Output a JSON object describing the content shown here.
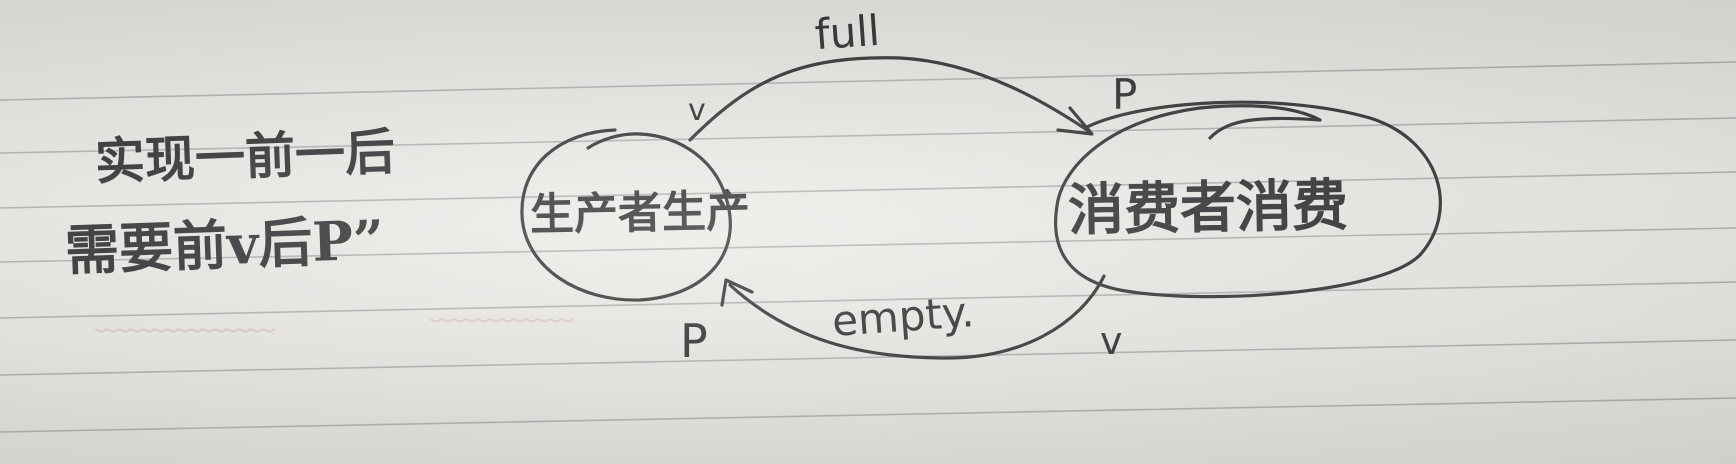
{
  "note": {
    "line1": "实现一前一后",
    "line2": "需要前v后P”"
  },
  "diagram": {
    "producer": {
      "label": "生产者生产"
    },
    "consumer": {
      "label": "消费者消费"
    },
    "edges": {
      "top": {
        "label": "full",
        "start_mark": "v",
        "end_mark": "P"
      },
      "bottom": {
        "label": "empty.",
        "start_mark": "v",
        "end_mark": "P"
      }
    }
  },
  "colors": {
    "ink": "#2a2a2c",
    "paper": "#e7e6e2",
    "ruled_line": "#9a9a9c"
  }
}
